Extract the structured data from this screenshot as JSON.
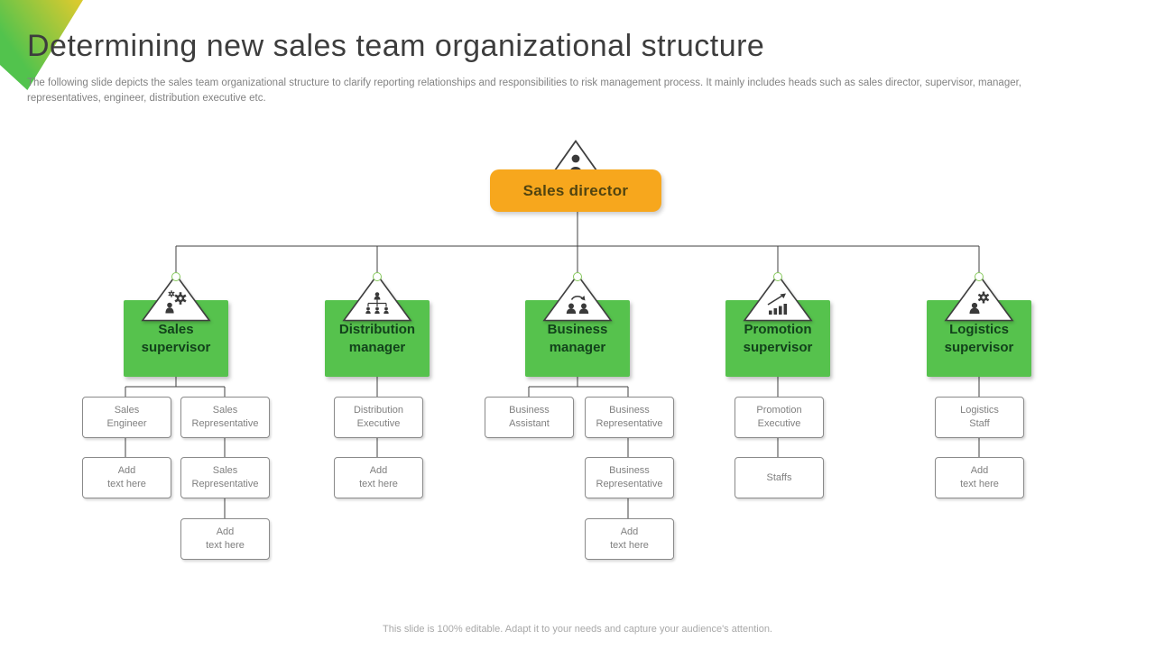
{
  "slide": {
    "title": "Determining new sales team organizational structure",
    "subtitle": "The following slide depicts the sales team organizational structure to clarify reporting relationships and responsibilities to risk management process. It mainly includes heads such as sales director, supervisor, manager, representatives, engineer, distribution executive etc.",
    "footer": "This slide is 100% editable. Adapt it to your needs and capture your audience's attention."
  },
  "colors": {
    "root_fill": "#F7A71D",
    "root_text": "#514410",
    "branch_fill": "#56C24D",
    "branch_text": "#12421B",
    "child_border": "#8A8A8A",
    "child_text": "#7F7F7F",
    "connector": "#404040",
    "apex_dot_border": "#86C95C",
    "corner_gradient_yellow": "#D8CA2F",
    "corner_gradient_green": "#52C34D"
  },
  "org_chart": {
    "root": {
      "label": "Sales director",
      "icon": "person-icon"
    },
    "columns": [
      {
        "label": "Sales\nsupervisor",
        "icon": "person-gears-icon",
        "children": [
          "Sales\nEngineer",
          "Sales\nRepresentative",
          "Add\ntext here",
          "Sales\nRepresentative",
          "Add\ntext here"
        ]
      },
      {
        "label": "Distribution\nmanager",
        "icon": "hierarchy-icon",
        "children": [
          "Distribution\nExecutive",
          "Add\ntext here"
        ]
      },
      {
        "label": "Business\nmanager",
        "icon": "people-sync-icon",
        "children": [
          "Business\nAssistant",
          "Business\nRepresentative",
          "Business\nRepresentative",
          "Add\ntext here"
        ]
      },
      {
        "label": "Promotion\nsupervisor",
        "icon": "growth-chart-icon",
        "children": [
          "Promotion\nExecutive",
          "Staffs"
        ]
      },
      {
        "label": "Logistics\nsupervisor",
        "icon": "person-gear-icon",
        "children": [
          "Logistics\nStaff",
          "Add\ntext here"
        ]
      }
    ]
  }
}
